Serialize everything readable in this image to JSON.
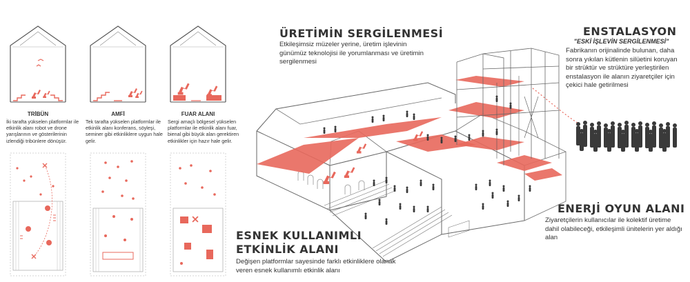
{
  "panels": [
    {
      "title": "TRİBÜN",
      "text": "İki tarafta yükselen platformlar ile etkinlik alanı robot ve drone yarışlarının ve gösterilerinin izlendiği tribünlere dönüşür."
    },
    {
      "title": "AMFİ",
      "text": "Tek tarafta yükselen platformlar ile etkinlik alanı konferans, söyleşi, seminer gibi etkinliklere uygun hale gelir."
    },
    {
      "title": "FUAR ALANI",
      "text": "Sergi amaçlı bölgesel yükselen platformlar ile etkinlik alanı fuar, bienal gibi büyük alan gerektiren etkinlikler için hazır hale gelir."
    }
  ],
  "uretim": {
    "title": "ÜRETİMİN SERGİLENMESİ",
    "text": "Etkileşimsiz müzeler yerine, üretim işlevinin günümüz teknolojisi ile yorumlanması ve üretimin sergilenmesi"
  },
  "enstalasyon": {
    "title": "ENSTALASYON",
    "subtitle": "\"ESKİ İŞLEVİN SERGİLENMESİ\"",
    "text": "Fabrikanın orijinalinde bulunan, daha sonra yıkılan kütlenin silüetini koruyan bir strüktür ve strüktüre yerleştirilen enstalasyon ile alanın ziyaretçiler için çekici hale getirilmesi"
  },
  "enerji": {
    "title": "ENERJİ OYUN ALANI",
    "text": "Ziyaretçilerin kullanıcılar ile  kolektif üretime dahil olabileceği, etkileşimli ünitelerin yer aldığı alan"
  },
  "esnek": {
    "title_line1": "ESNEK KULLANIMLI",
    "title_line2": "ETKİNLİK ALANI",
    "text": "Değişen platformlar sayesinde farklı etkinliklere olanak veren esnek kullanımlı etkinlik alanı"
  },
  "colors": {
    "accent": "#e8685c",
    "line": "#6b6b6b",
    "text": "#333333",
    "people": "#3a3a3a"
  }
}
